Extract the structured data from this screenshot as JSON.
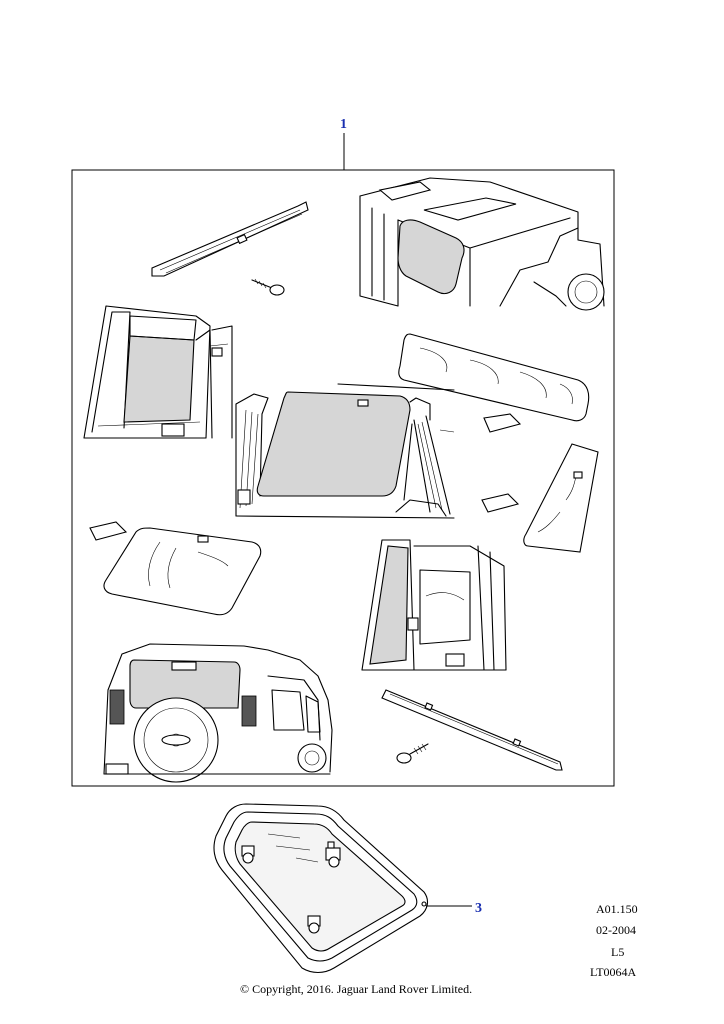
{
  "callouts": {
    "kit": "1",
    "sunroof_glass": "3"
  },
  "footer": {
    "ref": "A01.150",
    "date": "02-2004",
    "level": "L5",
    "code": "LT0064A",
    "copyright": "© Copyright, 2016. Jaguar Land Rover Limited."
  },
  "colors": {
    "callout": "#1a2fb0",
    "glass_tint": "#d6d6d6",
    "line": "#000000"
  }
}
